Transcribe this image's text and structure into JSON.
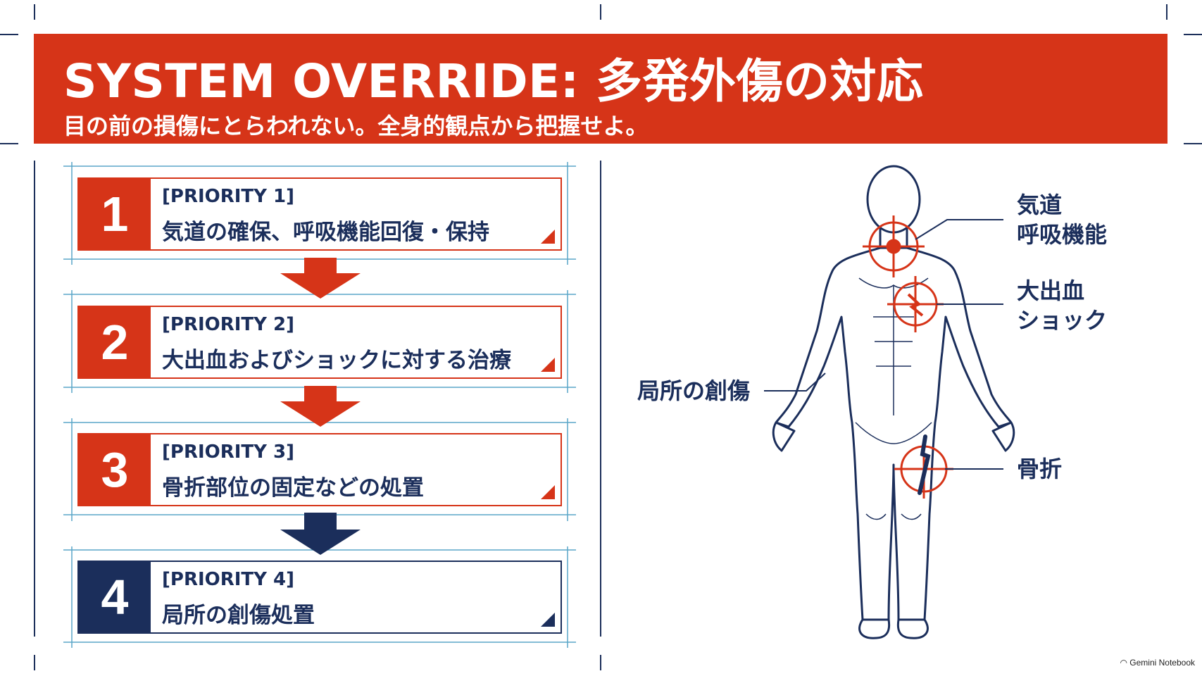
{
  "header": {
    "title": "SYSTEM OVERRIDE: 多発外傷の対応",
    "subtitle": "目の前の損傷にとらわれない。全身的観点から把握せよ。"
  },
  "steps": [
    {
      "number": "1",
      "priority": "[PRIORITY 1]",
      "text": "気道の確保、呼吸機能回復・保持",
      "color": "#d63418"
    },
    {
      "number": "2",
      "priority": "[PRIORITY 2]",
      "text": "大出血およびショックに対する治療",
      "color": "#d63418"
    },
    {
      "number": "3",
      "priority": "[PRIORITY 3]",
      "text": "骨折部位の固定などの処置",
      "color": "#d63418"
    },
    {
      "number": "4",
      "priority": "[PRIORITY 4]",
      "text": "局所の創傷処置",
      "color": "#1b2e5b"
    }
  ],
  "body_labels": {
    "airway_line1": "気道",
    "airway_line2": "呼吸機能",
    "hemorrhage_line1": "大出血",
    "hemorrhage_line2": "ショック",
    "wound": "局所の創傷",
    "fracture": "骨折"
  },
  "colors": {
    "red": "#d63418",
    "navy": "#1b2e5b",
    "blueprint": "#5aa6c8"
  },
  "brand": "Gemini Notebook"
}
